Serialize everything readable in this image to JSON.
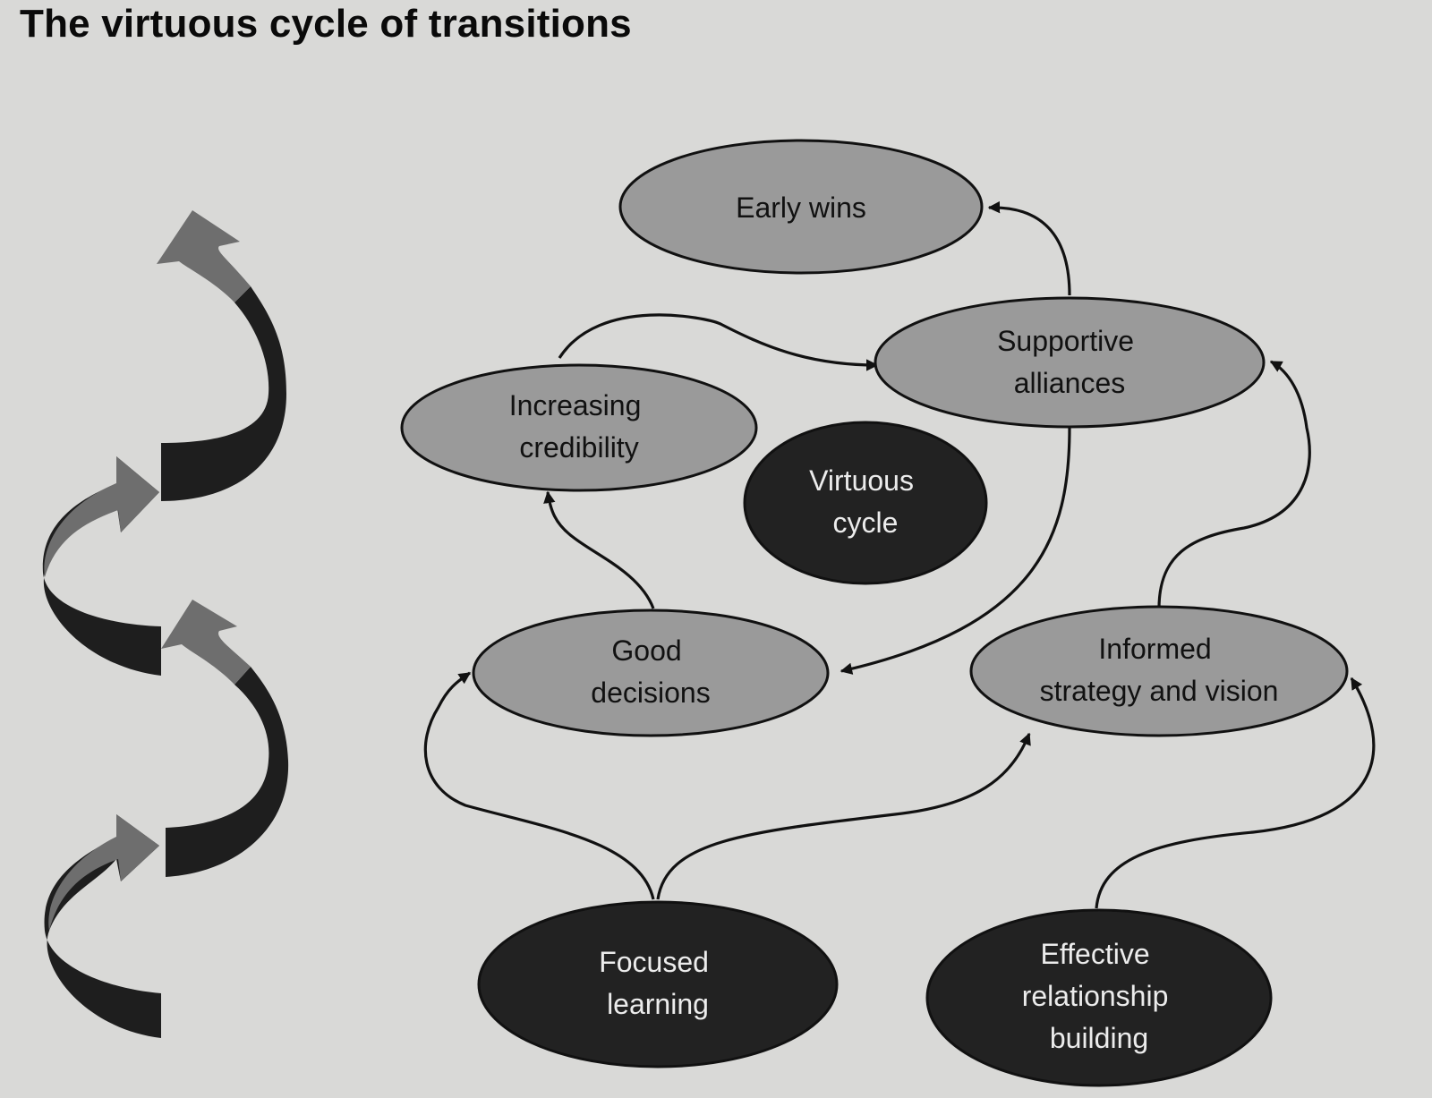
{
  "title": "The virtuous cycle of transitions",
  "nodes": {
    "early_wins": [
      "Early wins"
    ],
    "supportive_alliances": [
      "Supportive",
      "alliances"
    ],
    "increasing_credibility": [
      "Increasing",
      "credibility"
    ],
    "virtuous_cycle": [
      "Virtuous",
      "cycle"
    ],
    "good_decisions": [
      "Good",
      "decisions"
    ],
    "informed_strategy": [
      "Informed",
      "strategy and vision"
    ],
    "focused_learning": [
      "Focused",
      "learning"
    ],
    "effective_relationship": [
      "Effective",
      "relationship",
      "building"
    ]
  },
  "colors": {
    "light_node": "#9a9a9a",
    "dark_node": "#222222",
    "arrow_light": "#6e6e6e",
    "arrow_dark": "#1e1e1e",
    "background": "#d9d9d7"
  }
}
